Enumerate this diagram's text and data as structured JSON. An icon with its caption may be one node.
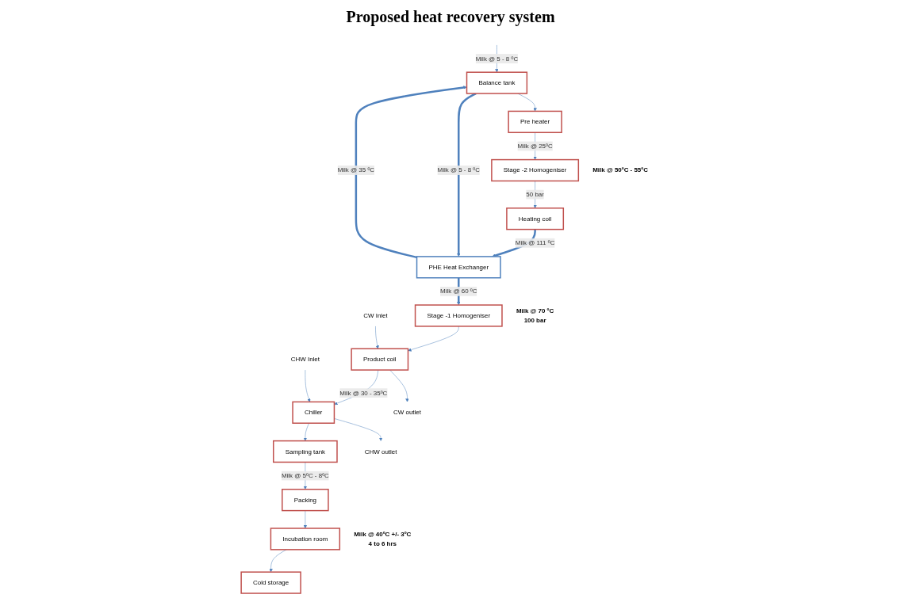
{
  "diagram": {
    "title": "Proposed heat recovery system",
    "nodes": [
      {
        "text": [
          "Balance tank"
        ]
      },
      {
        "text": [
          "Pre heater"
        ]
      },
      {
        "text": [
          "Stage -2 Homogeniser"
        ],
        "beside": [
          "Milk @ 50ºC - 55ºC"
        ]
      },
      {
        "text": [
          "Heating coil"
        ]
      },
      {
        "text": [
          "PHE Heat Exchanger"
        ]
      },
      {
        "text": [
          "Stage -1 Homogeniser"
        ],
        "beside": [
          "Milk @ 70 ºC",
          "100 bar"
        ]
      },
      {
        "text": [
          "Product coil"
        ]
      },
      {
        "text": [
          "Chiller"
        ]
      },
      {
        "text": [
          "Sampling tank"
        ]
      },
      {
        "text": [
          "Packing"
        ]
      },
      {
        "text": [
          "Incubation room"
        ],
        "beside": [
          "Milk @ 40ºC +/- 3ºC",
          "4 to 6 hrs"
        ]
      },
      {
        "text": [
          "Cold storage"
        ]
      },
      {
        "text": [
          "CHW Inlet"
        ]
      },
      {
        "text": [
          "CHW outlet"
        ]
      },
      {
        "text": [
          "CW Inlet"
        ]
      },
      {
        "text": [
          "CW outlet"
        ]
      }
    ],
    "edges": [
      {
        "from": null,
        "to": 0,
        "arrow": "to",
        "label": "Milk @ 5 - 8 ºC"
      },
      {
        "from": 0,
        "to": 1,
        "arrow": "to"
      },
      {
        "from": 1,
        "to": 2,
        "arrow": "to",
        "label": "Milk @ 25ºC"
      },
      {
        "from": 2,
        "to": 3,
        "arrow": "to",
        "label": "50 bar"
      },
      {
        "from": 3,
        "to": 4,
        "arrow": "to",
        "label": "Milk @ 111 ºC",
        "style": "thick"
      },
      {
        "from": 0,
        "to": 4,
        "arrow": "to",
        "label": "Milk @ 5 - 8 ºC",
        "style": "thick"
      },
      {
        "from": 4,
        "to": 0,
        "arrow": "to",
        "label": "Milk @ 35 ºC",
        "style": "thick"
      },
      {
        "from": 4,
        "to": 5,
        "arrow": "to",
        "label": "Milk @ 60 ºC",
        "style": "thick"
      },
      {
        "from": 5,
        "to": 6,
        "arrow": "to"
      },
      {
        "from": 6,
        "to": 7,
        "arrow": "to",
        "label": "Milk @ 30 - 35ºC"
      },
      {
        "from": 7,
        "to": 8,
        "arrow": "to"
      },
      {
        "from": 8,
        "to": 9,
        "arrow": "to",
        "label": "Milk @ 5ºC - 8ºC"
      },
      {
        "from": 9,
        "to": 10,
        "arrow": "to"
      },
      {
        "from": 10,
        "to": 11,
        "arrow": "to"
      },
      {
        "from": 12,
        "to": 7,
        "arrow": "to"
      },
      {
        "from": 7,
        "to": 13,
        "arrow": "to"
      },
      {
        "from": 14,
        "to": 6,
        "arrow": "to"
      },
      {
        "from": 6,
        "to": 15,
        "arrow": "to"
      }
    ]
  }
}
